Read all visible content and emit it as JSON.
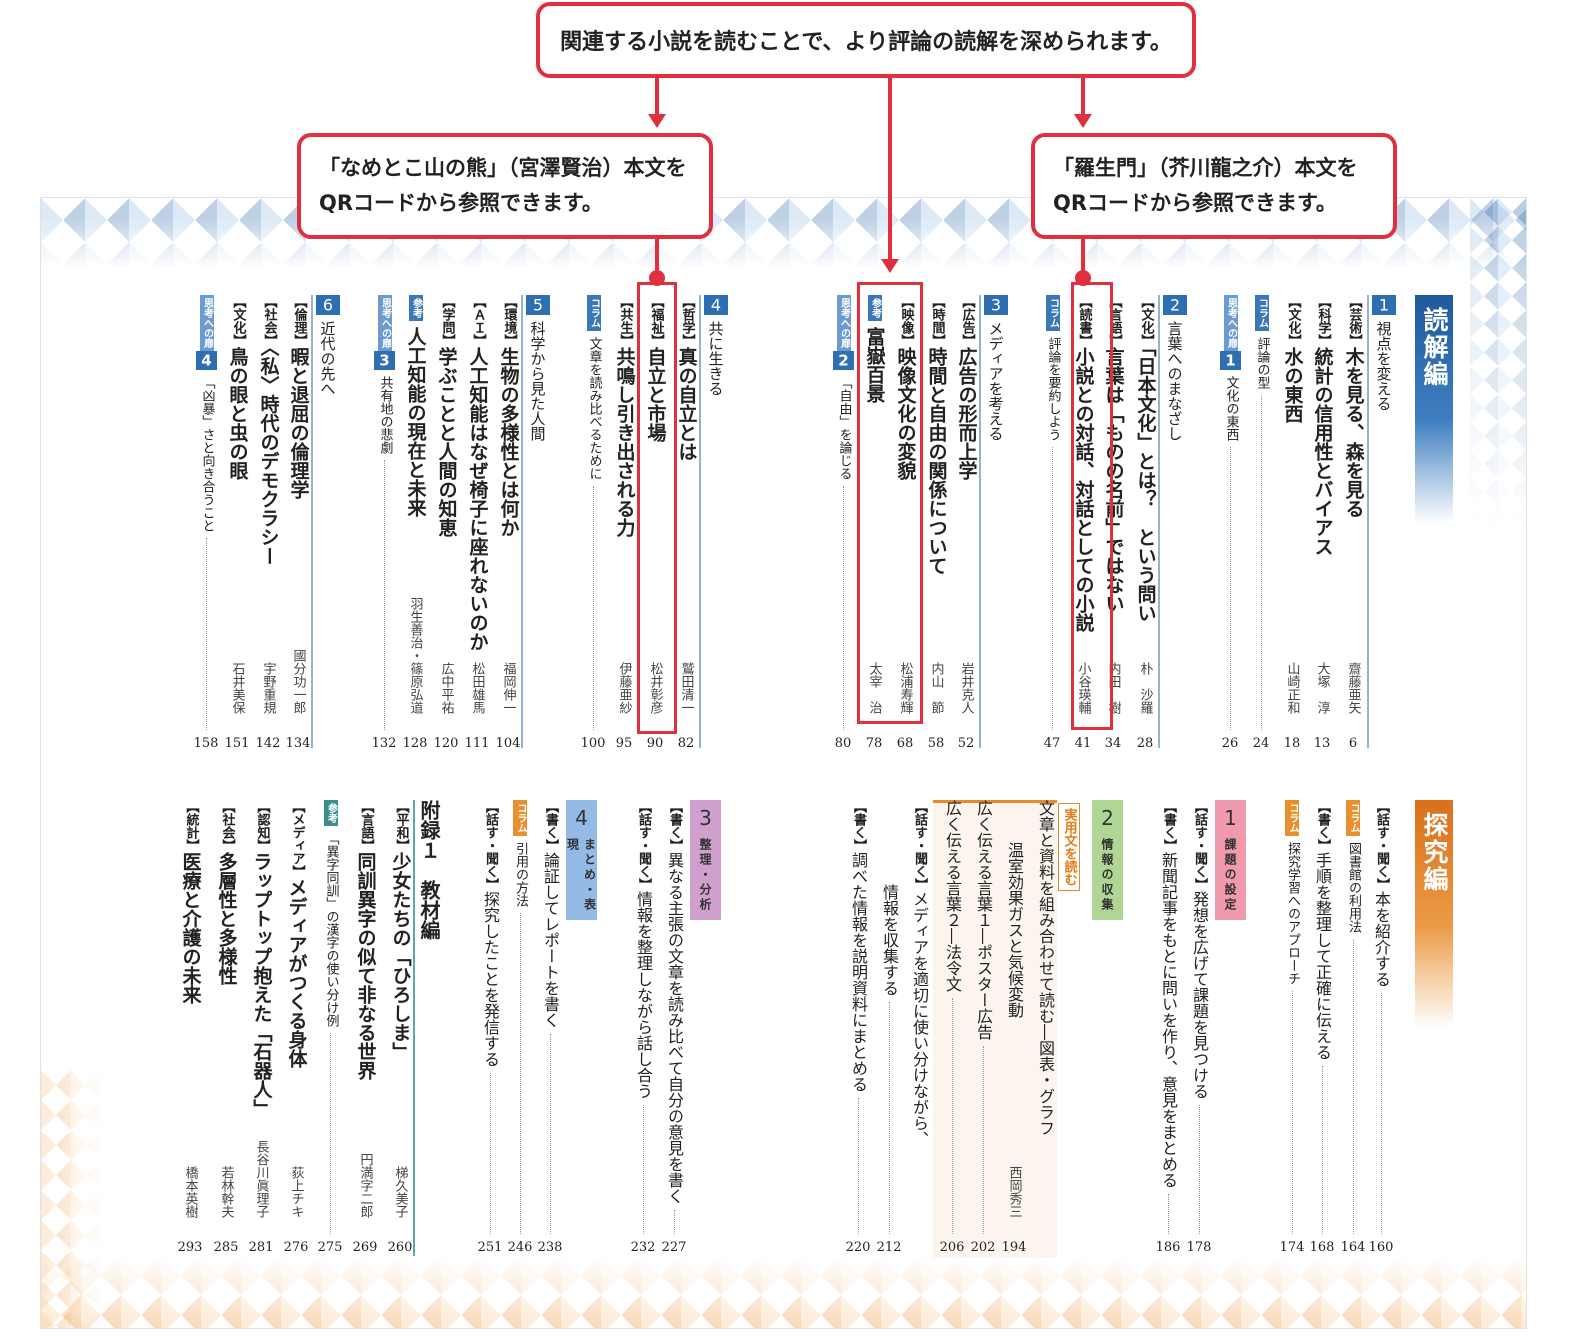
{
  "callouts": {
    "top": "関連する小説を読むことで、より評論の読解を深められます。",
    "left": [
      "「なめとこ山の熊」（宮澤賢治）本文を",
      "QRコードから参照できます。"
    ],
    "right": [
      "「羅生門」（芥川龍之介）本文を",
      "QRコードから参照できます。"
    ]
  },
  "colors": {
    "accent": "#e0303f",
    "dokkai": "#2e6fb2",
    "tankyu": "#e8892a"
  },
  "dokkai": {
    "label": "読解編",
    "units": [
      {
        "num": "1",
        "title": "視点を変える",
        "items": [
          {
            "kind": "bracket",
            "tag": "芸術",
            "title": "木を見る、森を見る",
            "author": "齋藤亜矢",
            "page": "6"
          },
          {
            "kind": "bracket",
            "tag": "科学",
            "title": "統計の信用性とバイアス",
            "author": "大塚　淳",
            "page": "13"
          },
          {
            "kind": "bracket",
            "tag": "文化",
            "title": "水の東西",
            "author": "山崎正和",
            "page": "18"
          },
          {
            "kind": "column",
            "badge": "コラム",
            "title": "評論の型",
            "page": "24"
          },
          {
            "kind": "tobira",
            "badge": "思考への扉",
            "num": "1",
            "title": "文化の東西",
            "page": "26"
          }
        ]
      },
      {
        "num": "2",
        "title": "言葉へのまなざし",
        "items": [
          {
            "kind": "bracket",
            "tag": "文化",
            "title": "「日本文化」とは？　という問い",
            "author": "朴　沙羅",
            "page": "28"
          },
          {
            "kind": "bracket",
            "tag": "言語",
            "title": "言葉は「ものの名前」ではない",
            "author": "内田　樹",
            "page": "34"
          },
          {
            "kind": "bracket",
            "tag": "読書",
            "title": "小説との対話、対話としての小説",
            "author": "小谷瑛輔",
            "page": "41"
          },
          {
            "kind": "column",
            "badge": "コラム",
            "title": "評論を要約しよう",
            "page": "47"
          }
        ]
      },
      {
        "num": "3",
        "title": "メディアを考える",
        "items": [
          {
            "kind": "bracket",
            "tag": "広告",
            "title": "広告の形而上学",
            "author": "岩井克人",
            "page": "52"
          },
          {
            "kind": "bracket",
            "tag": "時間",
            "title": "時間と自由の関係について",
            "author": "内山　節",
            "page": "58"
          },
          {
            "kind": "bracket",
            "tag": "映像",
            "title": "映像文化の変貌",
            "author": "松浦寿輝",
            "page": "68"
          },
          {
            "kind": "sanko",
            "badge": "参考",
            "title": "富嶽百景",
            "author": "太宰　治",
            "page": "78"
          },
          {
            "kind": "tobira",
            "badge": "思考への扉",
            "num": "2",
            "title": "「自由」を論じる",
            "page": "80"
          }
        ]
      },
      {
        "num": "4",
        "title": "共に生きる",
        "items": [
          {
            "kind": "bracket",
            "tag": "哲学",
            "title": "真の自立とは",
            "author": "鷲田清一",
            "page": "82"
          },
          {
            "kind": "bracket",
            "tag": "福祉",
            "title": "自立と市場",
            "author": "松井彰彦",
            "page": "90"
          },
          {
            "kind": "bracket",
            "tag": "共生",
            "title": "共鳴し引き出される力",
            "author": "伊藤亜紗",
            "page": "95"
          },
          {
            "kind": "column",
            "badge": "コラム",
            "title": "文章を読み比べるために",
            "page": "100"
          }
        ]
      },
      {
        "num": "5",
        "title": "科学から見た人間",
        "items": [
          {
            "kind": "bracket",
            "tag": "環境",
            "title": "生物の多様性とは何か",
            "author": "福岡伸一",
            "page": "104"
          },
          {
            "kind": "bracket",
            "tag": "ＡＩ",
            "title": "人工知能はなぜ椅子に座れないのか",
            "author": "松田雄馬",
            "page": "111"
          },
          {
            "kind": "bracket",
            "tag": "学問",
            "title": "学ぶことと人間の知恵",
            "author": "広中平祐",
            "page": "120"
          },
          {
            "kind": "sanko",
            "badge": "参考",
            "title": "人工知能の現在と未来",
            "author": "羽生善治・篠原弘道",
            "page": "128"
          },
          {
            "kind": "tobira",
            "badge": "思考への扉",
            "num": "3",
            "title": "共有地の悲劇",
            "page": "132"
          }
        ]
      },
      {
        "num": "6",
        "title": "近代の先へ",
        "items": [
          {
            "kind": "bracket",
            "tag": "倫理",
            "title": "暇と退屈の倫理学",
            "author": "國分功一郎",
            "page": "134"
          },
          {
            "kind": "bracket",
            "tag": "社会",
            "title": "〈私〉時代のデモクラシー",
            "author": "宇野重規",
            "page": "142"
          },
          {
            "kind": "bracket",
            "tag": "文化",
            "title": "鳥の眼と虫の眼",
            "author": "石井美保",
            "page": "151"
          },
          {
            "kind": "tobira",
            "badge": "思考への扉",
            "num": "4",
            "title": "「凶暴」さと向き合うこと",
            "page": "158"
          }
        ]
      }
    ]
  },
  "tankyu": {
    "label": "探究編",
    "groups": [
      {
        "items": [
          {
            "kind": "bracket",
            "tag": "話す・聞く",
            "title": "本を紹介する",
            "page": "160"
          },
          {
            "kind": "column",
            "badge": "コラム",
            "title": "図書館の利用法",
            "page": "164"
          },
          {
            "kind": "bracket",
            "tag": "書く",
            "title": "手順を整理して正確に伝える",
            "page": "168"
          },
          {
            "kind": "column",
            "badge": "コラム",
            "title": "探究学習へのアプローチ",
            "page": "174"
          }
        ]
      },
      {
        "num": "1",
        "title": "課題の設定",
        "color": "#f19aab",
        "items": [
          {
            "kind": "bracket",
            "tag": "話す・聞く",
            "title": "発想を広げて課題を見つける",
            "page": "178"
          },
          {
            "kind": "bracket",
            "tag": "書く",
            "title": "新聞記事をもとに問いを作り、意見をまとめる",
            "page": "186"
          }
        ]
      },
      {
        "num": "2",
        "title": "情報の収集",
        "color": "#b0d695",
        "practical_label": "実用文を読む",
        "items": [
          {
            "kind": "plain",
            "title": "文章と資料を組み合わせて読む―図表・グラフ"
          },
          {
            "kind": "sub",
            "title": "温室効果ガスと気候変動",
            "author": "西岡秀三",
            "page": "194"
          },
          {
            "kind": "plain",
            "title": "広く伝える言葉１―ポスター広告",
            "page": "202"
          },
          {
            "kind": "plain",
            "title": "広く伝える言葉２―法令文",
            "page": "206"
          },
          {
            "kind": "bracket",
            "tag": "話す・聞く",
            "title": "メディアを適切に使い分けながら、"
          },
          {
            "kind": "cont",
            "title": "情報を収集する",
            "page": "212"
          },
          {
            "kind": "bracket",
            "tag": "書く",
            "title": "調べた情報を説明資料にまとめる",
            "page": "220"
          }
        ]
      },
      {
        "num": "3",
        "title": "整理・分析",
        "color": "#cf9fce",
        "items": [
          {
            "kind": "bracket",
            "tag": "書く",
            "title": "異なる主張の文章を読み比べて自分の意見を書く",
            "page": "227"
          },
          {
            "kind": "bracket",
            "tag": "話す・聞く",
            "title": "情報を整理しながら話し合う",
            "page": "232"
          }
        ]
      },
      {
        "num": "4",
        "title": "まとめ・表現",
        "color": "#93bbe5",
        "items": [
          {
            "kind": "bracket",
            "tag": "書く",
            "title": "論証してレポートを書く",
            "page": "238"
          },
          {
            "kind": "column",
            "badge": "コラム",
            "title": "引用の方法",
            "page": "246"
          },
          {
            "kind": "bracket",
            "tag": "話す・聞く",
            "title": "探究したことを発信する",
            "page": "251"
          }
        ]
      }
    ]
  },
  "appendix": {
    "title": "附録１　教材編",
    "items": [
      {
        "kind": "bracket",
        "tag": "平和",
        "title": "少女たちの「ひろしま」",
        "author": "梯久美子",
        "page": "260"
      },
      {
        "kind": "bracket",
        "tag": "言語",
        "title": "同訓異字の似て非なる世界",
        "author": "円満字二郎",
        "page": "269"
      },
      {
        "kind": "sanko",
        "badge": "参考",
        "title": "「異字同訓」の漢字の使い分け例",
        "page": "275"
      },
      {
        "kind": "bracket",
        "tag": "メディア",
        "title": "メディアがつくる身体",
        "author": "荻上チキ",
        "page": "276"
      },
      {
        "kind": "bracket",
        "tag": "認知",
        "title": "ラップトップ抱えた「石器人」",
        "author": "長谷川眞理子",
        "page": "281"
      },
      {
        "kind": "bracket",
        "tag": "社会",
        "title": "多層性と多様性",
        "author": "若林幹夫",
        "page": "285"
      },
      {
        "kind": "bracket",
        "tag": "統計",
        "title": "医療と介護の未来",
        "author": "橋本英樹",
        "page": "293"
      }
    ]
  }
}
